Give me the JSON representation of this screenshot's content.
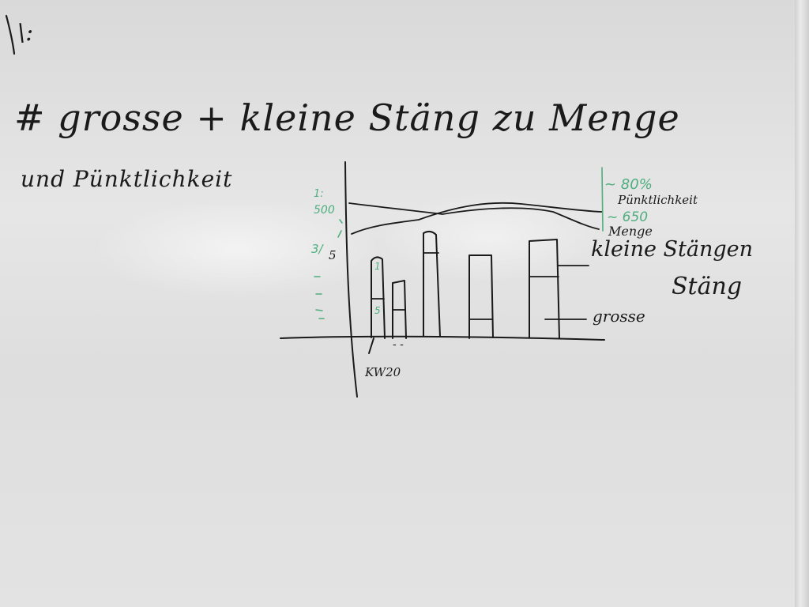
{
  "whiteboard": {
    "corner_mark": "\\:",
    "heading": "# grosse + kleine Stäng zu Menge",
    "subheading": "und Pünktlichkeit",
    "sketch": {
      "label_right_top": "~ 80%",
      "label_punctuality": "Pünktlichkeit",
      "label_right_mid": "~ 650",
      "label_quantity": "Menge",
      "label_small": "kleine Stängen",
      "label_large_word": "Stäng",
      "label_large_short": "grosse",
      "x_label": "KW20",
      "x_dots": "- -",
      "y_note_top": "1:",
      "y_note_500": "500",
      "y_note_3": "3/",
      "y_note_5": "5",
      "bar_note_1": "1",
      "bar_note_5": "5"
    }
  },
  "colors": {
    "ink": "#1a1a1a",
    "green_marker": "#4fae7e",
    "board": "#e3e3e3"
  }
}
